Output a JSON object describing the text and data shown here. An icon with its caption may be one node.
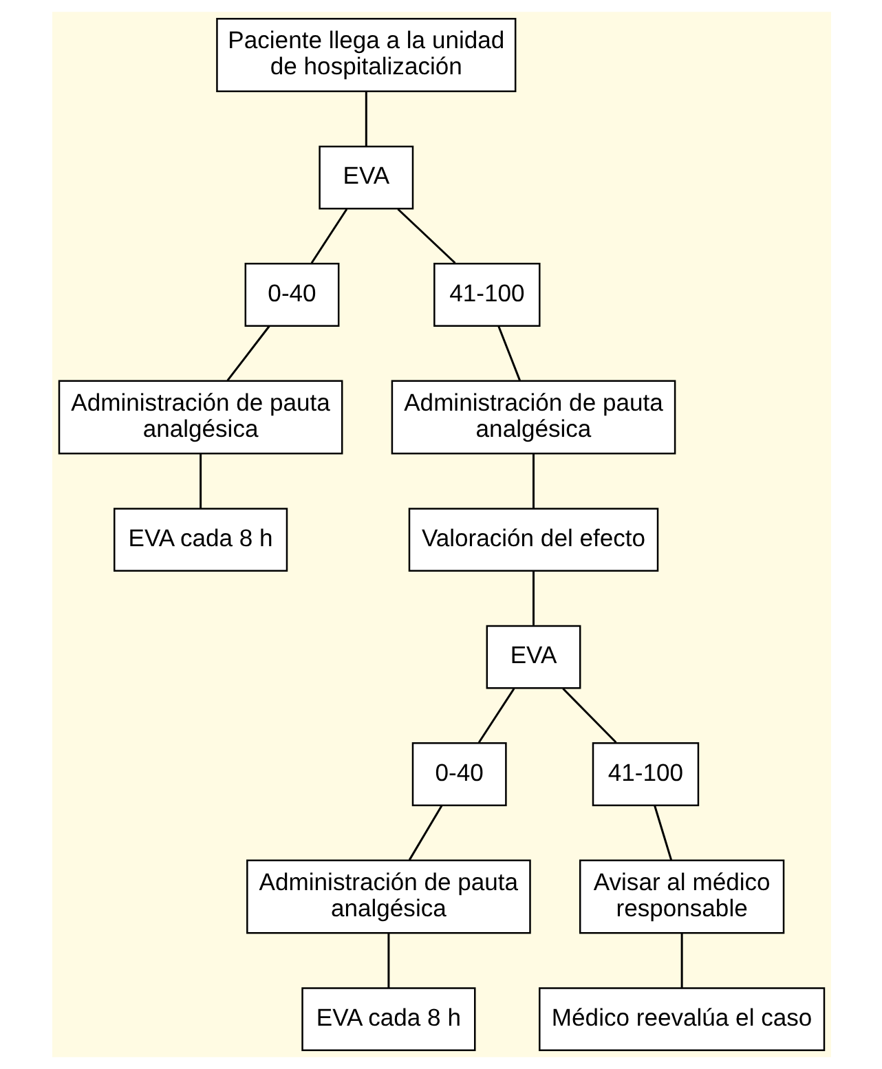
{
  "diagram": {
    "nodes": [
      {
        "text": [
          "Paciente llega a la unidad de hospitalización"
        ]
      },
      {
        "text": [
          "EVA"
        ]
      },
      {
        "text": [
          "0-40"
        ]
      },
      {
        "text": [
          "41-100"
        ]
      },
      {
        "text": [
          "Administración de pauta analgésica"
        ]
      },
      {
        "text": [
          "Administración de pauta analgésica"
        ]
      },
      {
        "text": [
          "EVA cada 8 h"
        ]
      },
      {
        "text": [
          "Valoración del efecto"
        ]
      },
      {
        "text": [
          "EVA"
        ]
      },
      {
        "text": [
          "0-40"
        ]
      },
      {
        "text": [
          "41-100"
        ]
      },
      {
        "text": [
          "Administración de pauta analgésica"
        ]
      },
      {
        "text": [
          "Avisar al médico responsable"
        ]
      },
      {
        "text": [
          "EVA cada 8 h"
        ]
      },
      {
        "text": [
          "Médico reevalúa el caso"
        ]
      }
    ],
    "edges": [
      {
        "from": 0,
        "to": 1,
        "arrow": "none"
      },
      {
        "from": 1,
        "to": 2,
        "arrow": "none"
      },
      {
        "from": 1,
        "to": 3,
        "arrow": "none"
      },
      {
        "from": 2,
        "to": 4,
        "arrow": "none"
      },
      {
        "from": 3,
        "to": 5,
        "arrow": "none"
      },
      {
        "from": 4,
        "to": 6,
        "arrow": "none"
      },
      {
        "from": 5,
        "to": 7,
        "arrow": "none"
      },
      {
        "from": 7,
        "to": 8,
        "arrow": "none"
      },
      {
        "from": 8,
        "to": 9,
        "arrow": "none"
      },
      {
        "from": 8,
        "to": 10,
        "arrow": "none"
      },
      {
        "from": 9,
        "to": 11,
        "arrow": "none"
      },
      {
        "from": 10,
        "to": 12,
        "arrow": "none"
      },
      {
        "from": 11,
        "to": 13,
        "arrow": "none"
      },
      {
        "from": 12,
        "to": 14,
        "arrow": "none"
      }
    ]
  }
}
